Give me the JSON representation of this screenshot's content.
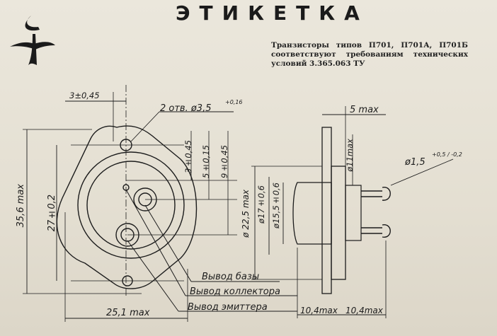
{
  "header": {
    "title": "ЭТИКЕТКА",
    "logo_icon": "stylized-arrow-logo"
  },
  "description": "Транзисторы типов П701, П701А, П701Б соответствуют требованиям технических условий 3.365.063 ТУ",
  "dimensions": {
    "d_top": "3±0,45",
    "holes": "2 отв. ø3,5",
    "holes_tol": "+0,16",
    "d_3": "3±0,45",
    "d_5": "5±0,15",
    "d_9": "9±0,45",
    "d_35": "35,6 max",
    "d_27": "27±0,2",
    "d_25": "25,1 max",
    "d_5max": "5 max",
    "d_11": "ø11max",
    "d_22": "ø 22,5 max",
    "d_17": "ø17±0,6",
    "d_15": "ø15,5±0,6",
    "d_wire": "ø1,5",
    "d_wire_tol": "+0,5 / -0,2",
    "d_10a": "10,4max",
    "d_10b": "10,4max"
  },
  "callouts": {
    "base": "Вывод базы",
    "collector": "Вывод коллектора",
    "emitter": "Вывод эмиттера"
  },
  "colors": {
    "ink": "#1c1c1c",
    "paper": "#e6e2d6"
  }
}
